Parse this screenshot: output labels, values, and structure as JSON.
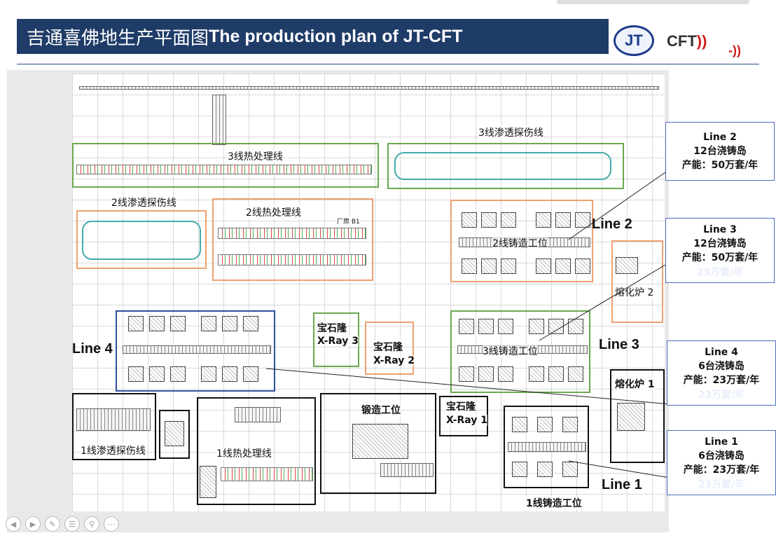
{
  "header": {
    "title_cn": "吉通喜佛地生产平面图",
    "title_en": "The production plan of JT-CFT",
    "logo_jt": "JT",
    "logo_cft": "CFT"
  },
  "plan": {
    "zones": {
      "heat3": "3线热处理线",
      "pen3": "3线渗透探伤线",
      "pen2": "2线渗透探伤线",
      "heat2": "2线热处理线",
      "cast2": "2线铸造工位",
      "melt2": "熔化炉 2",
      "xray3_a": "宝石隆",
      "xray3_b": "X-Ray 3",
      "xray2_a": "宝石隆",
      "xray2_b": "X-Ray 2",
      "cast3": "3线铸造工位",
      "melt1": "熔化炉 1",
      "pen1": "1线渗透探伤线",
      "heat1": "1线热处理线",
      "forge": "锻造工位",
      "xray1_a": "宝石隆",
      "xray1_b": "X-Ray 1",
      "cast1": "1线铸造工位",
      "factory": "厂房 B1"
    },
    "line_labels": {
      "line2": "Line 2",
      "line3": "Line 3",
      "line4": "Line 4",
      "line1": "Line 1"
    }
  },
  "callouts": [
    {
      "title": "Line 2",
      "count": "12台浇铸岛",
      "capacity": "产能：50万套/年"
    },
    {
      "title": "Line 3",
      "count": "12台浇铸岛",
      "capacity": "产能：50万套/年",
      "ghost": "23万套/年"
    },
    {
      "title": "Line 4",
      "count": "6台浇铸岛",
      "capacity": "产能：23万套/年",
      "ghost": "23万套/年"
    },
    {
      "title": "Line 1",
      "count": "6台浇铸岛",
      "capacity": "产能：23万套/年",
      "ghost": "23万套/年"
    }
  ],
  "nav": {
    "prev_icon": "chevron-left-icon",
    "next_icon": "chevron-right-icon",
    "pen_icon": "pen-icon",
    "menu_icon": "menu-icon",
    "zoom_icon": "zoom-icon",
    "more_icon": "more-icon"
  },
  "colors": {
    "title_bg": "#1f3c68",
    "green_zone": "#6aa84f",
    "orange_zone": "#f0a070",
    "blue_zone": "#2f4f9f",
    "callout_border": "#4a6fb8"
  }
}
